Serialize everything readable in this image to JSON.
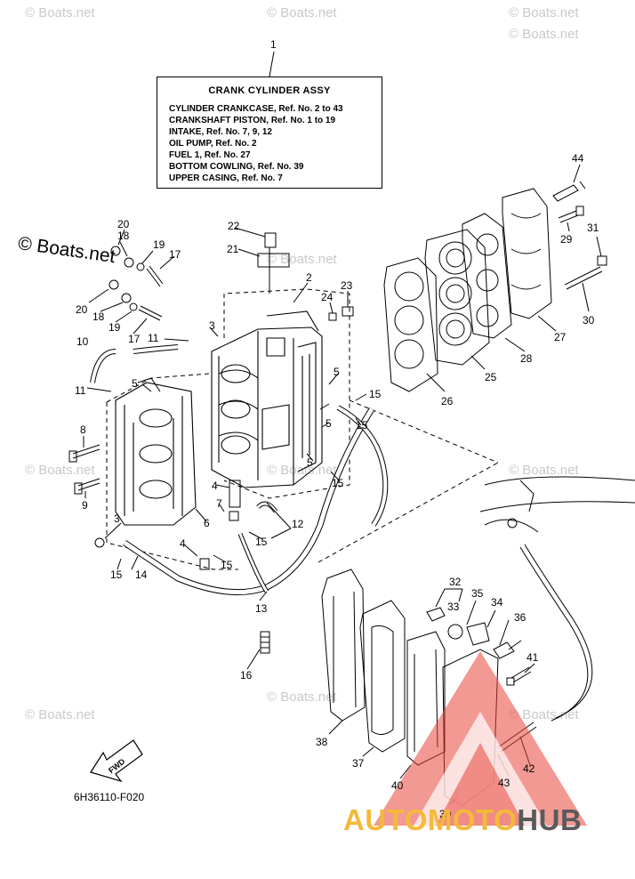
{
  "watermark": {
    "text": "© Boats.net"
  },
  "info_box": {
    "title": "CRANK CYLINDER ASSY",
    "lines": [
      "CYLINDER CRANKCASE,  Ref. No. 2 to 43",
      "CRANKSHAFT PISTON,   Ref. No. 1 to 19",
      "INTAKE,      Ref. No. 7, 9, 12",
      "OIL PUMP,  Ref. No. 2",
      "FUEL 1,       Ref. No. 27",
      "BOTTOM COWLING,  Ref. No. 39",
      "UPPER CASING,       Ref. No. 7"
    ]
  },
  "diagram_code": "6H36110-F020",
  "fwd_label": "FWD",
  "brand": {
    "part1": "AUTOMOTO",
    "part2": "HUB",
    "color1": "#f4b93a",
    "color2": "#5a5a5a",
    "triangle_color": "#e8463a"
  },
  "callouts": [
    "1",
    "2",
    "3",
    "3",
    "4",
    "4",
    "5",
    "5",
    "5",
    "5",
    "6",
    "7",
    "8",
    "9",
    "10",
    "11",
    "11",
    "12",
    "13",
    "14",
    "15",
    "15",
    "15",
    "15",
    "15",
    "15",
    "16",
    "17",
    "17",
    "18",
    "18",
    "19",
    "19",
    "20",
    "20",
    "21",
    "22",
    "23",
    "24",
    "25",
    "26",
    "27",
    "28",
    "29",
    "30",
    "31",
    "32",
    "33",
    "34",
    "35",
    "36",
    "37",
    "38",
    "39",
    "40",
    "41",
    "42",
    "43",
    "44"
  ]
}
